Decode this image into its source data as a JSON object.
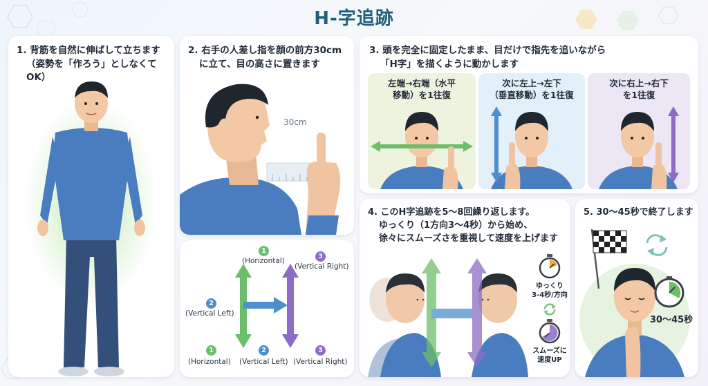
{
  "title": "H-字追跡",
  "colors": {
    "green": "#6cbf6a",
    "blue": "#4f8fcb",
    "purple": "#8c6cc4",
    "title": "#1f5f7a"
  },
  "step1": {
    "line1": "1. 背筋を自然に伸ばして立ちます",
    "line2": "（姿勢を「作ろう」としなくてOK）"
  },
  "step2": {
    "line1": "2. 右手の人差し指を顔の前方30cm",
    "line2": "に立て、目の高さに置きます",
    "ruler": "30cm"
  },
  "step3": {
    "line1": "3. 頭を完全に固定したまま、目だけで指先を追いながら",
    "line2": "「H字」を描くように動かします",
    "panels": [
      {
        "line1": "左端→右端（水平",
        "line2": "移動）を1往復"
      },
      {
        "line1": "次に左上→左下",
        "line2": "（垂直移動）を1往復"
      },
      {
        "line1": "次に右上→右下",
        "line2": "を1往復"
      }
    ]
  },
  "diagram": {
    "top_num1": "1",
    "top_lbl1": "(Horizontal)",
    "top_num3": "3",
    "top_lbl3": "(Vertical Right)",
    "mid_num2": "2",
    "mid_lbl2": "(Vertical Left)",
    "bot_num1": "1",
    "bot_lbl1": "(Horizontal)",
    "bot_num2": "2",
    "bot_lbl2": "(Vertical Left)",
    "bot_num3": "3",
    "bot_lbl3": "(Vertical Right)"
  },
  "step4": {
    "line1": "4. このH字追跡を5～8回繰り返します。",
    "line2": "ゆっくり（1方向3～4秒）から始め、",
    "line3": "徐々にスムーズさを重視して速度を上げます",
    "slow1": "ゆっくり",
    "slow2": "3-4秒/方向",
    "fast1": "スムーズに",
    "fast2": "速度UP"
  },
  "step5": {
    "line1": "5. 30～45秒で終了します",
    "time": "30～45秒"
  }
}
